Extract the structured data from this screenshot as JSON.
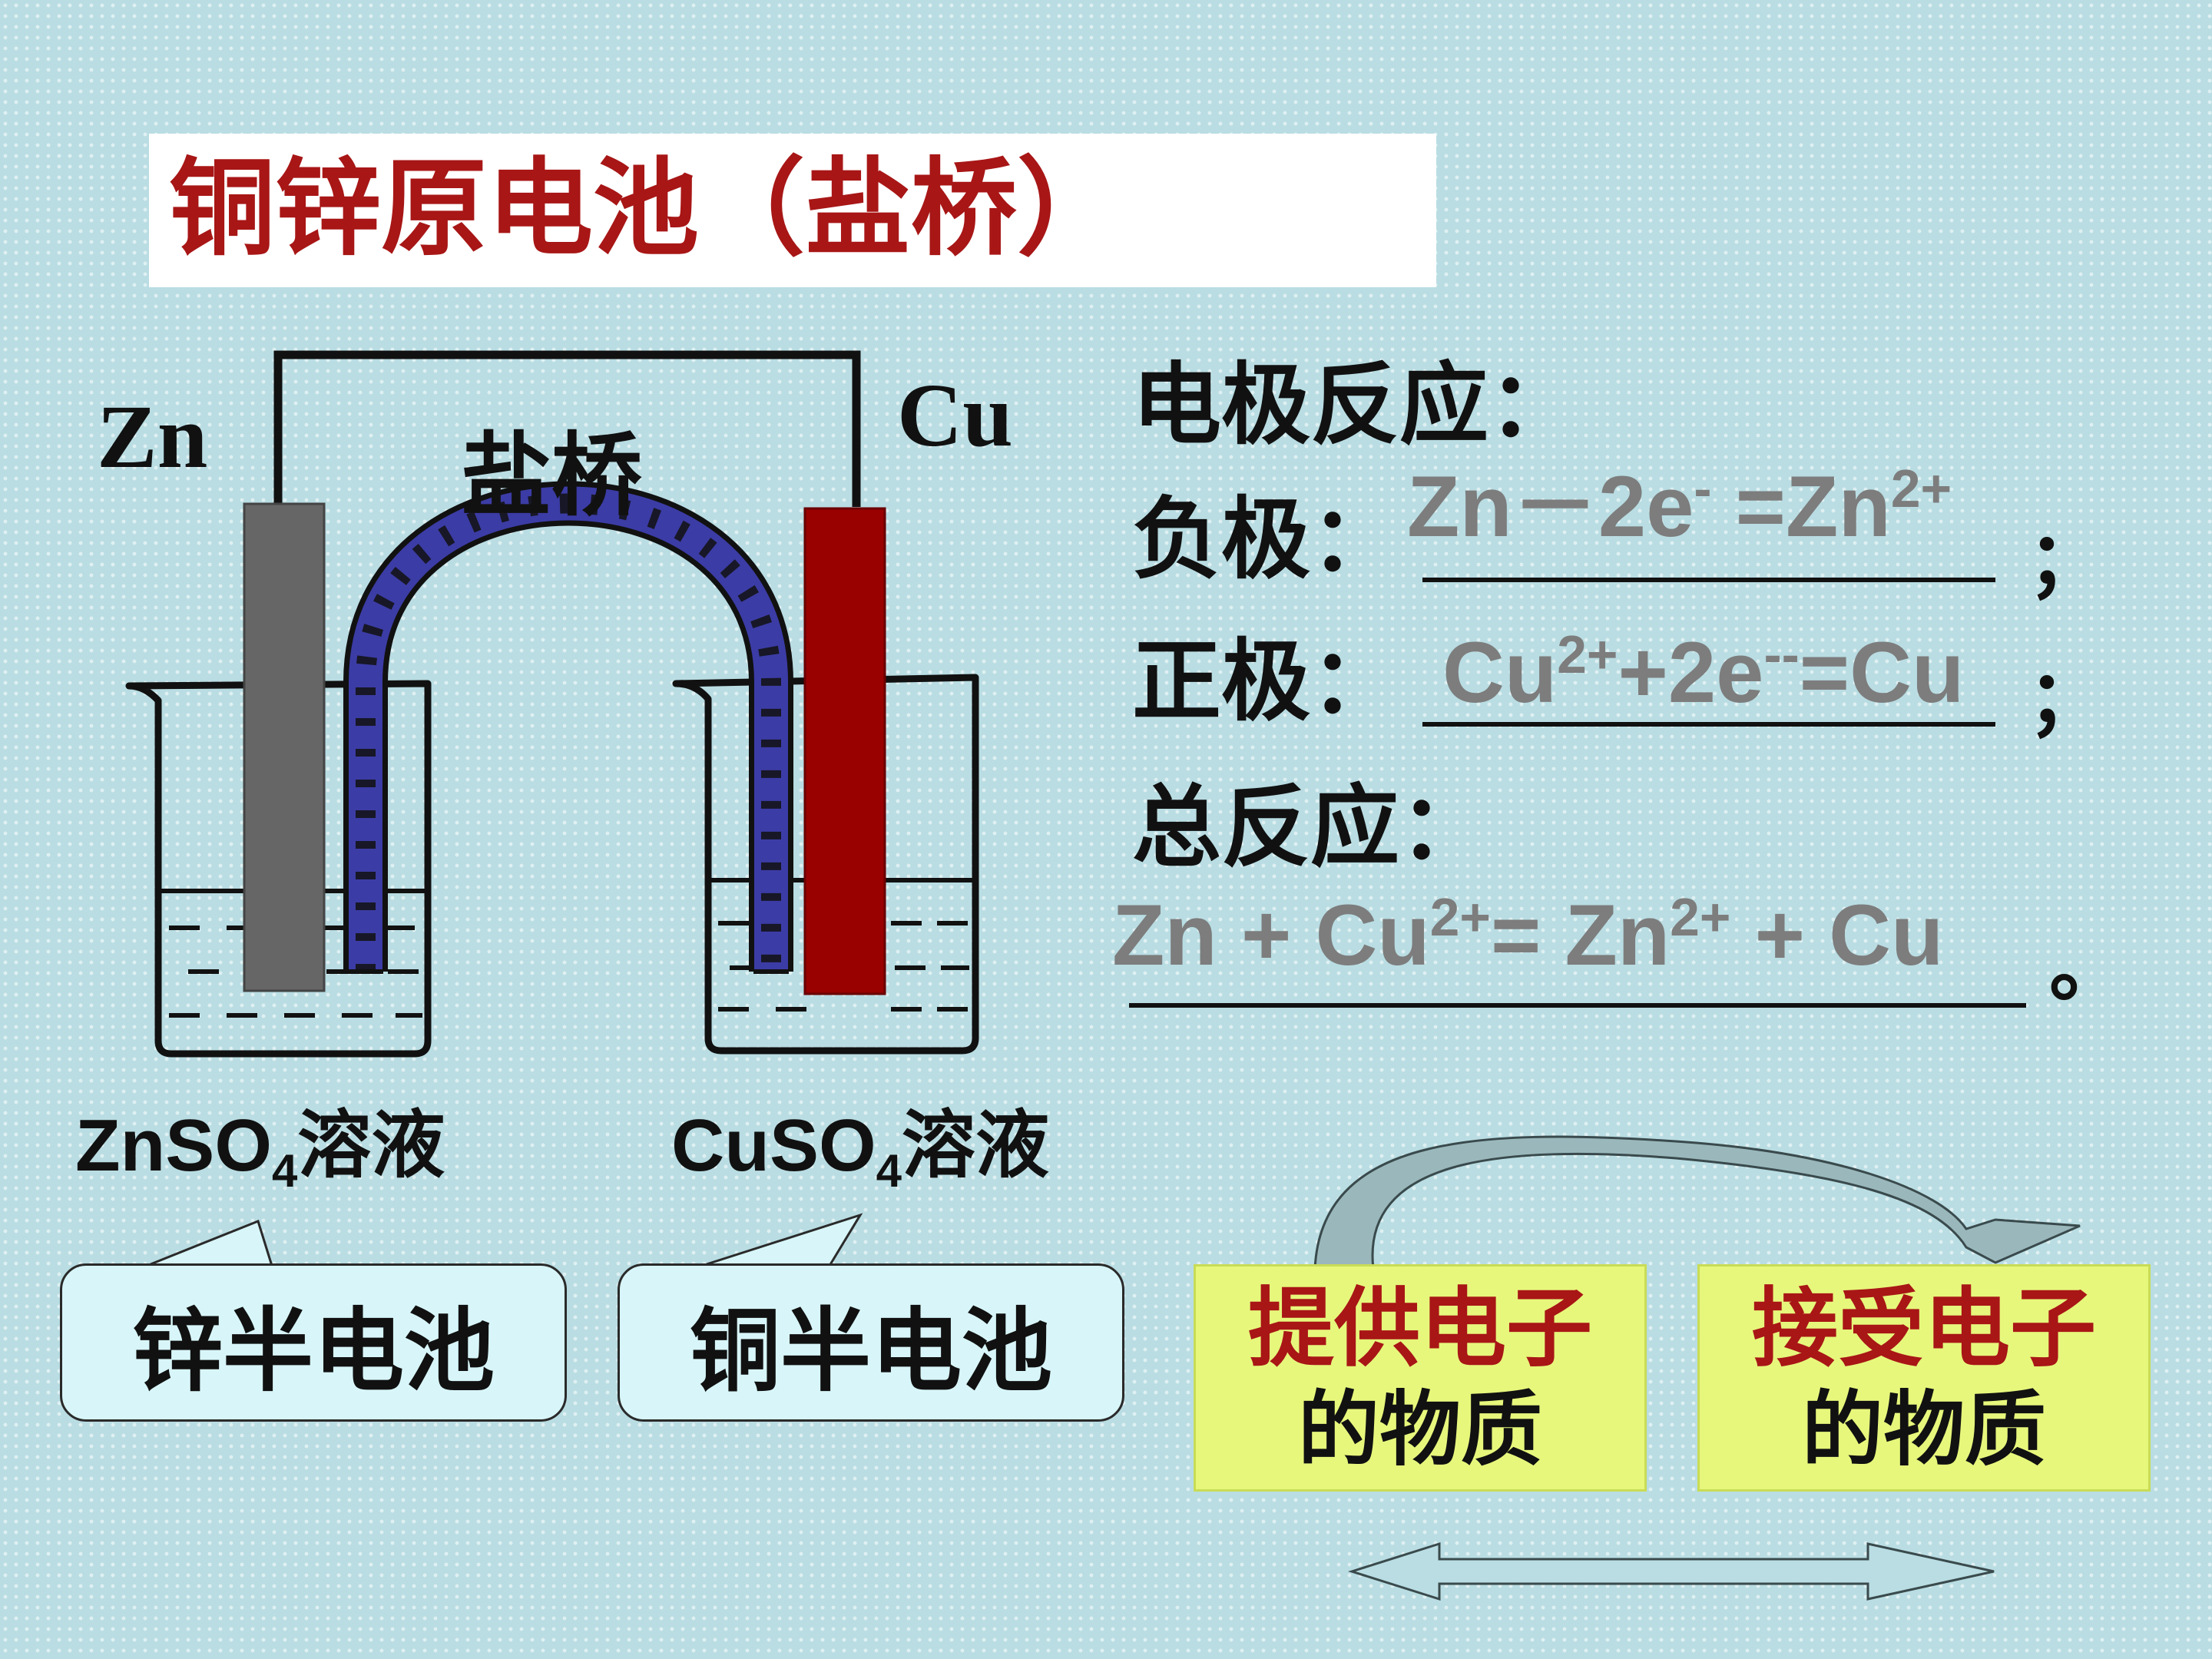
{
  "title": "铜锌原电池（盐桥）",
  "apparatus": {
    "zn_label": "Zn",
    "cu_label": "Cu",
    "salt_bridge_label": "盐桥",
    "zn_solution": {
      "formula_main": "ZnSO",
      "subscript": "4",
      "suffix": "溶液"
    },
    "cu_solution": {
      "formula_main": "CuSO",
      "subscript": "4",
      "suffix": "溶液"
    },
    "zn_electrode_color": "#666666",
    "cu_electrode_color": "#990000",
    "salt_bridge_color": "#3c3ca6"
  },
  "reactions": {
    "heading": "电极反应：",
    "negative": {
      "label": "负极：",
      "eq": {
        "a": "Zn－2e",
        "a_sup": "-",
        "b": " =Zn",
        "b_sup": "2+"
      },
      "end": "；"
    },
    "positive": {
      "label": "正极：",
      "eq": {
        "a": "Cu",
        "a_sup": "2+",
        "b": "+2e",
        "b_sup": "--",
        "c": "=Cu"
      },
      "end": "；"
    },
    "total": {
      "label": "总反应：",
      "eq": {
        "a": "Zn + Cu",
        "a_sup": "2+",
        "b": "= Zn",
        "b_sup": "2+",
        "c": " + Cu"
      },
      "end": "。"
    }
  },
  "callouts": {
    "zinc_half_cell": "锌半电池",
    "copper_half_cell": "铜半电池"
  },
  "electron_boxes": {
    "donor": {
      "line1": "提供电子",
      "line2": "的物质"
    },
    "acceptor": {
      "line1": "接受电子",
      "line2": "的物质"
    }
  },
  "colors": {
    "title_red": "#a81616",
    "equation_grey": "#7d7d7d",
    "box_yellow": "#e7f77c",
    "callout_cyan": "#d8f6f9",
    "background": "#b9dde3"
  }
}
